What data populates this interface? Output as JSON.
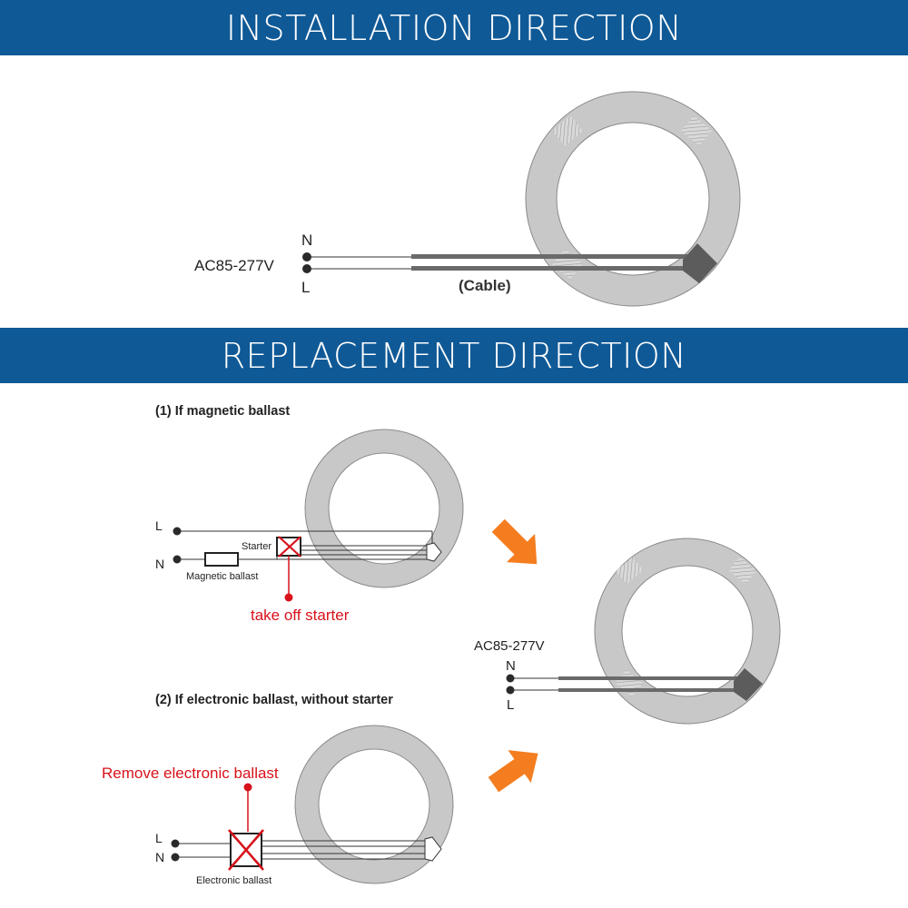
{
  "sections": {
    "installation_title": "INSTALLATION DIRECTION",
    "replacement_title": "REPLACEMENT DIRECTION"
  },
  "installation": {
    "voltage": "AC85-277V",
    "n_label": "N",
    "l_label": "L",
    "cable_label": "(Cable)"
  },
  "replacement": {
    "case1_title": "(1) If magnetic ballast",
    "case1_l": "L",
    "case1_n": "N",
    "starter_label": "Starter",
    "magnetic_ballast_label": "Magnetic ballast",
    "take_off_starter": "take off starter",
    "case2_title": "(2) If electronic ballast, without starter",
    "remove_ballast": "Remove electronic ballast",
    "case2_l": "L",
    "case2_n": "N",
    "electronic_ballast_label": "Electronic ballast",
    "result_voltage": "AC85-277V",
    "result_n": "N",
    "result_l": "L"
  },
  "colors": {
    "banner": "#0f5996",
    "ring": "#c8c8c8",
    "ring_outline": "#7a7a7a",
    "warning_red": "#d8121b",
    "arrow_orange": "#f47d1f"
  }
}
